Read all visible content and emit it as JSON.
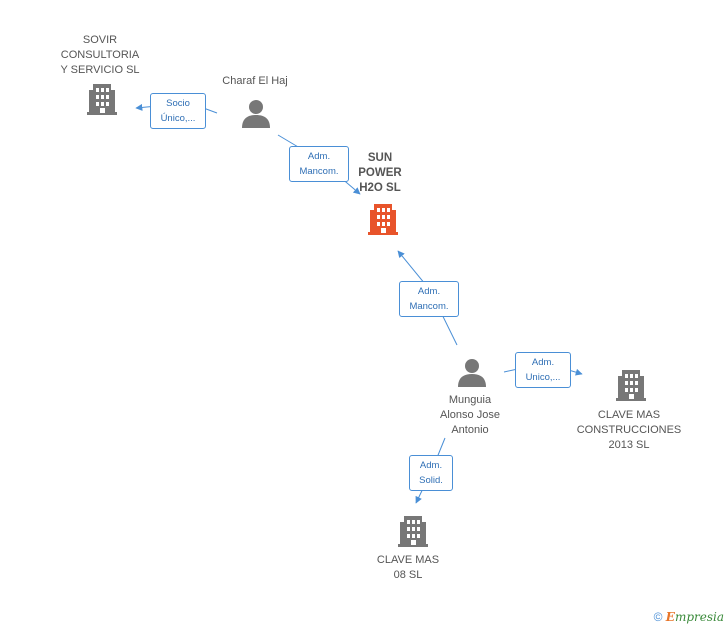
{
  "nodes": {
    "sovir": {
      "label": "SOVIR\nCONSULTORIA\nY SERVICIO SL",
      "type": "company"
    },
    "charaf": {
      "label": "Charaf El Haj",
      "type": "person"
    },
    "sun_power": {
      "label": "SUN\nPOWER\nH2O SL",
      "type": "company-focus"
    },
    "munguia": {
      "label": "Munguia\nAlonso Jose\nAntonio",
      "type": "person"
    },
    "clave_construcciones": {
      "label": "CLAVE MAS\nCONSTRUCCIONES\n2013  SL",
      "type": "company"
    },
    "clave_08": {
      "label": "CLAVE MAS\n08 SL",
      "type": "company"
    }
  },
  "edges": {
    "charaf_sovir": {
      "label": "Socio\nÚnico,..."
    },
    "charaf_sunpower": {
      "label": "Adm.\nMancom."
    },
    "munguia_sunpower": {
      "label": "Adm.\nMancom."
    },
    "munguia_construcciones": {
      "label": "Adm.\nUnico,..."
    },
    "munguia_clave08": {
      "label": "Adm.\nSolid."
    }
  },
  "colors": {
    "company": "#777777",
    "focus": "#e8542b",
    "person": "#777777",
    "edge": "#4a8fd6"
  },
  "footer": {
    "copyright": "©",
    "brand_e": "E",
    "brand_rest": "mpresia"
  }
}
